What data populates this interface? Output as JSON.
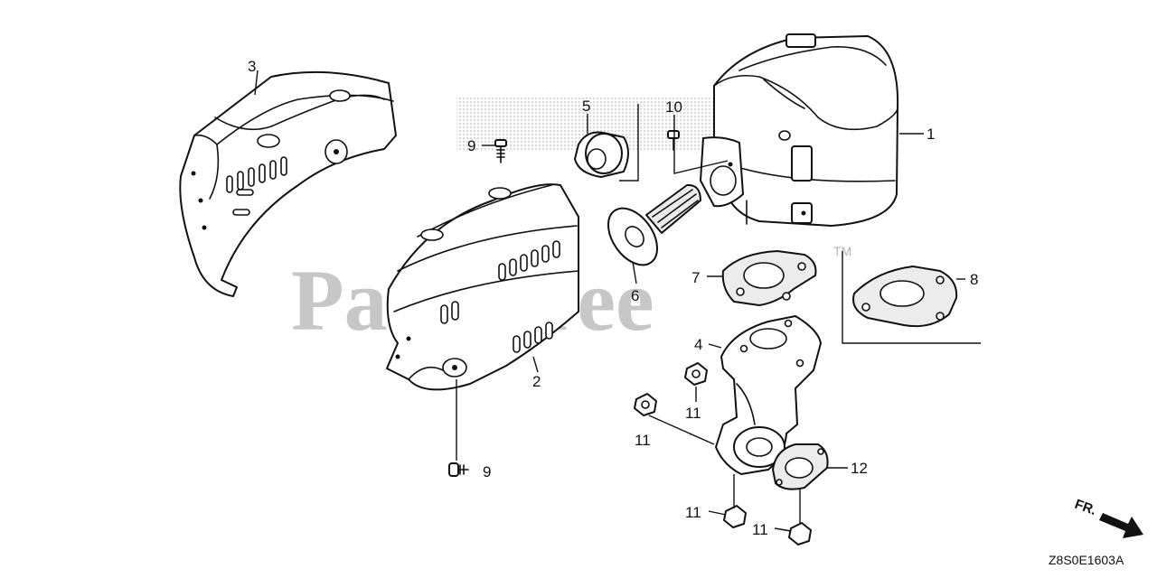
{
  "watermark": {
    "text": "PartsTree",
    "trademark": "TM"
  },
  "callouts": {
    "c1": "1",
    "c2": "2",
    "c3": "3",
    "c4": "4",
    "c5": "5",
    "c6": "6",
    "c7": "7",
    "c8": "8",
    "c9a": "9",
    "c9b": "9",
    "c10": "10",
    "c11a": "11",
    "c11b": "11",
    "c11c": "11",
    "c11d": "11",
    "c12": "12"
  },
  "direction_label": "FR.",
  "diagram_code": "Z8S0E1603A"
}
